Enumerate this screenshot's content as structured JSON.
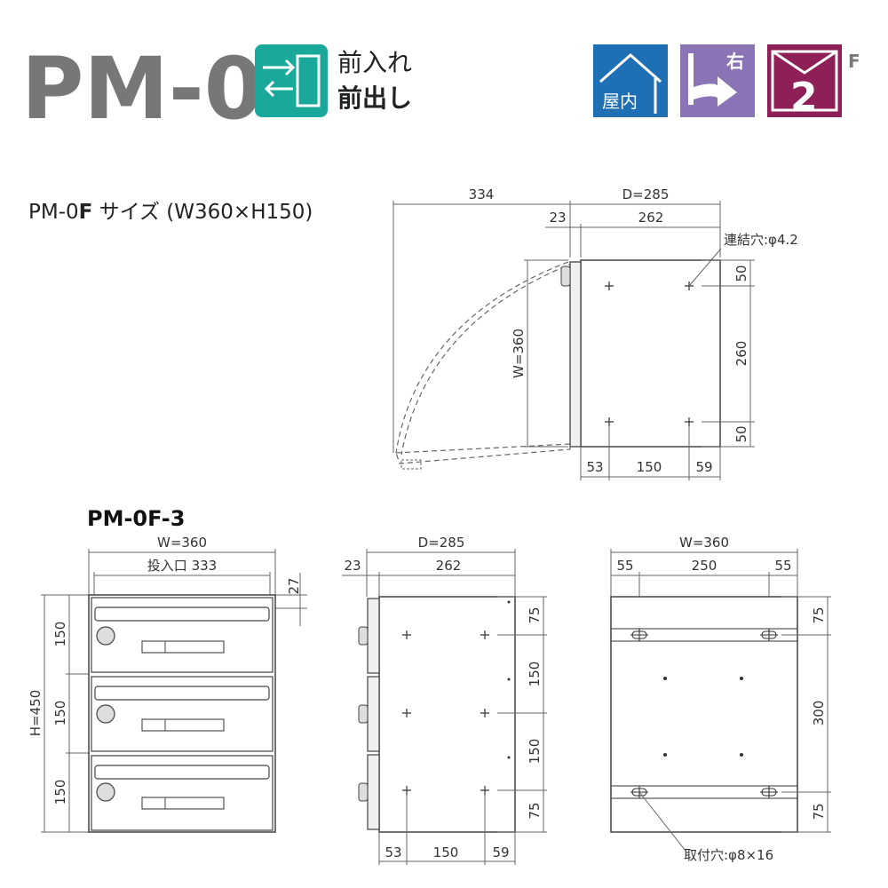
{
  "header": {
    "model": "PM-0",
    "opening_line1": "前入れ",
    "opening_line2": "前出し",
    "badge_indoor": "屋内",
    "badge_right": "右",
    "badge_number": "2",
    "badge_series": "F"
  },
  "colors": {
    "teal": "#1aa89a",
    "blue": "#1f6fb5",
    "purple": "#8a74b6",
    "maroon": "#8e1f57",
    "line": "#555555"
  },
  "top_view": {
    "caption_prefix": "PM-0",
    "caption_bold": "F",
    "caption_suffix": " サイズ (W360×H150)",
    "dim_swing": "334",
    "dim_depth": "D=285",
    "dim_flange": "23",
    "dim_body": "262",
    "dim_width": "W=360",
    "hole_note": "連結穴:φ4.2",
    "dim_right_top": "50",
    "dim_right_mid": "260",
    "dim_right_bottom": "50",
    "dim_bottom_left": "53",
    "dim_bottom_mid": "150",
    "dim_bottom_right": "59"
  },
  "unit3": {
    "title": "PM-0F-3",
    "front": {
      "dim_width": "W=360",
      "dim_slot": "投入口 333",
      "dim_top": "27",
      "dim_height": "H=450",
      "dim_row1": "150",
      "dim_row2": "150",
      "dim_row3": "150"
    },
    "side": {
      "dim_depth": "D=285",
      "dim_flange": "23",
      "dim_body": "262",
      "dim_r1": "75",
      "dim_r2": "150",
      "dim_r3": "150",
      "dim_r4": "75",
      "dim_b1": "53",
      "dim_b2": "150",
      "dim_b3": "59"
    },
    "back": {
      "dim_width": "W=360",
      "dim_left": "55",
      "dim_mid": "250",
      "dim_right": "55",
      "dim_r1": "75",
      "dim_r2": "300",
      "dim_r3": "75",
      "mount_note": "取付穴:φ8×16"
    }
  }
}
